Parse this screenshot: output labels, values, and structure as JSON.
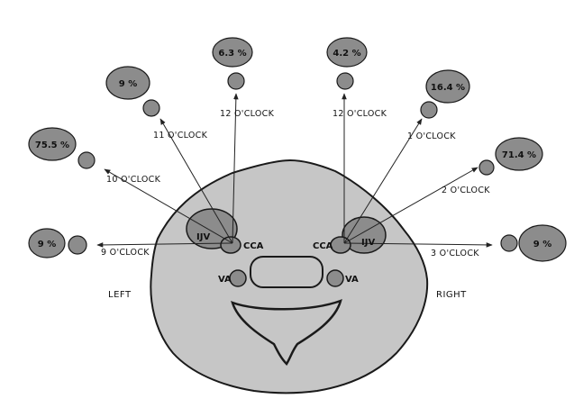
{
  "colors": {
    "body_fill": "#c6c6c6",
    "vessel_fill": "#8c8c8c",
    "outline": "#1a1a1a",
    "arrow": "#222222"
  },
  "percentages": {
    "left_9": "9 %",
    "left_10": "75.5 %",
    "left_11": "9 %",
    "left_12": "6.3 %",
    "right_12": "4.2 %",
    "right_1": "16.4 %",
    "right_2": "71.4 %",
    "right_3": "9 %"
  },
  "clock_labels": {
    "left_9": "9 O'CLOCK",
    "left_10": "10 O'CLOCK",
    "left_11": "11 O'CLOCK",
    "left_12": "12 O'CLOCK",
    "right_12": "12 O'CLOCK",
    "right_1": "1 O'CLOCK",
    "right_2": "2 O'CLOCK",
    "right_3": "3 O'CLOCK"
  },
  "anatomy": {
    "ijv_left": "IJV",
    "ijv_right": "IJV",
    "cca_left": "CCA",
    "cca_right": "CCA",
    "va_left": "VA",
    "va_right": "VA"
  },
  "sides": {
    "left": "LEFT",
    "right": "RIGHT"
  }
}
